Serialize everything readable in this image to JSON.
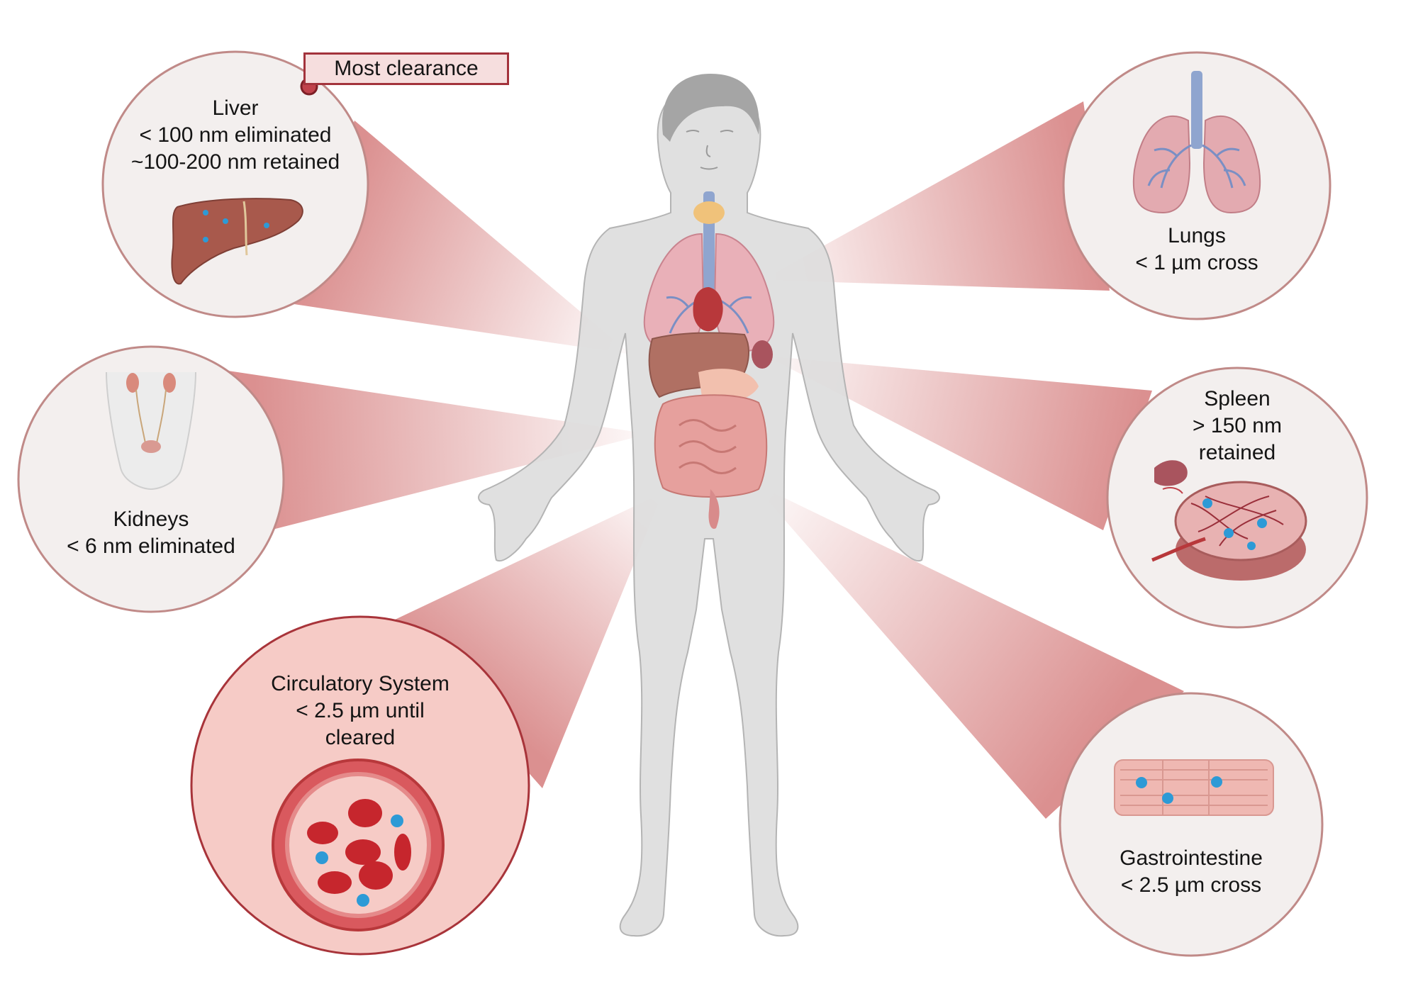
{
  "callout": {
    "text": "Most clearance",
    "accent": "#a3333c"
  },
  "organs": {
    "liver": {
      "name": "Liver",
      "line1": "< 100 nm eliminated",
      "line2": "~100-200 nm retained"
    },
    "lungs": {
      "name": "Lungs",
      "line1": "< 1 µm cross"
    },
    "kidneys": {
      "name": "Kidneys",
      "line1": "< 6 nm eliminated"
    },
    "spleen": {
      "name": "Spleen",
      "line1": "> 150 nm",
      "line2": "retained"
    },
    "circulatory": {
      "name": "Circulatory System",
      "line1": "< 2.5 µm until",
      "line2": "cleared"
    },
    "gastrointestine": {
      "name": "Gastrointestine",
      "line1": "< 2.5 µm cross"
    }
  },
  "colors": {
    "ray": "#d98a8a",
    "circle_fill": "#f3efee",
    "circle_border": "#c08a88",
    "highlight_fill": "#f6cbc6",
    "highlight_border": "#a8343a",
    "body": "#dcdcdc",
    "particle": "#2d9ad6"
  }
}
